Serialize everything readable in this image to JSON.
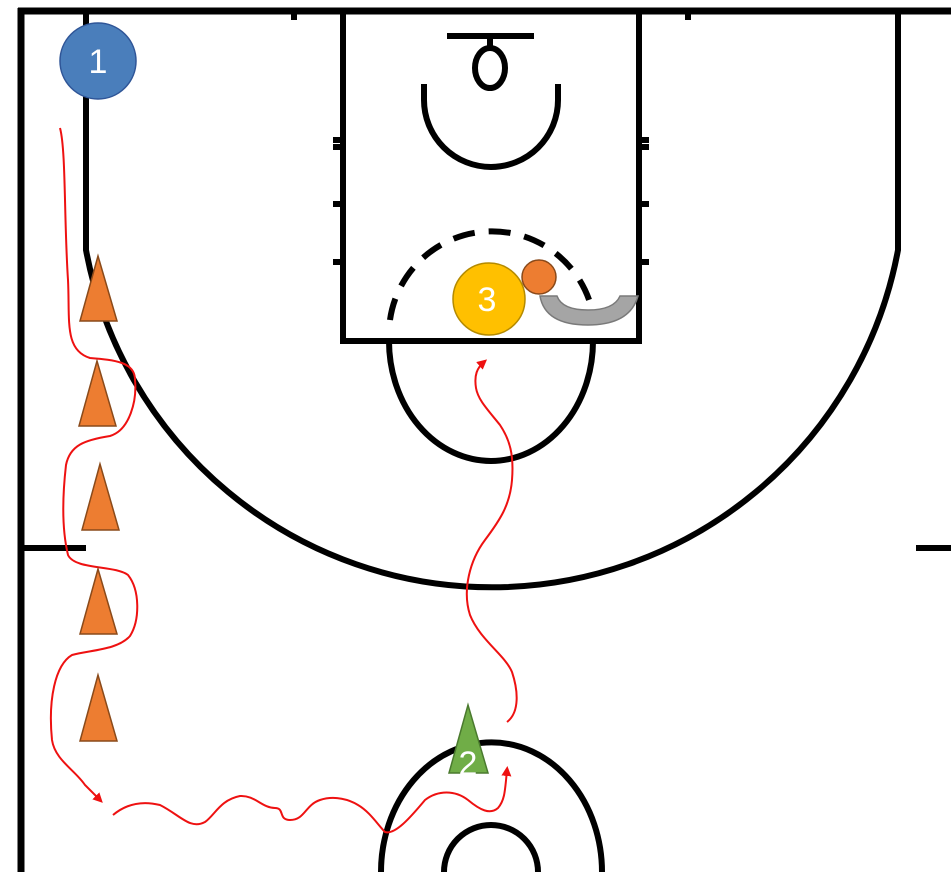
{
  "diagram": {
    "colors": {
      "court_line": "#000000",
      "background": "#ffffff",
      "drill_path": "#ee1111",
      "cone": "#ed7d31",
      "cone_outline": "#8a4a1a",
      "green_cone": "#70ad47",
      "player_1": "#4a7ebb",
      "player_3": "#ffc000",
      "ball": "#ed7d31",
      "rebounder": "#a5a5a5"
    },
    "players": [
      {
        "id": "player-1",
        "label": "1",
        "shape": "circle"
      },
      {
        "id": "player-2",
        "label": "2",
        "shape": "green-cone"
      },
      {
        "id": "player-3",
        "label": "3",
        "shape": "circle"
      }
    ],
    "icons": [
      "cone-icon",
      "basketball-icon",
      "rebounder-icon"
    ]
  }
}
